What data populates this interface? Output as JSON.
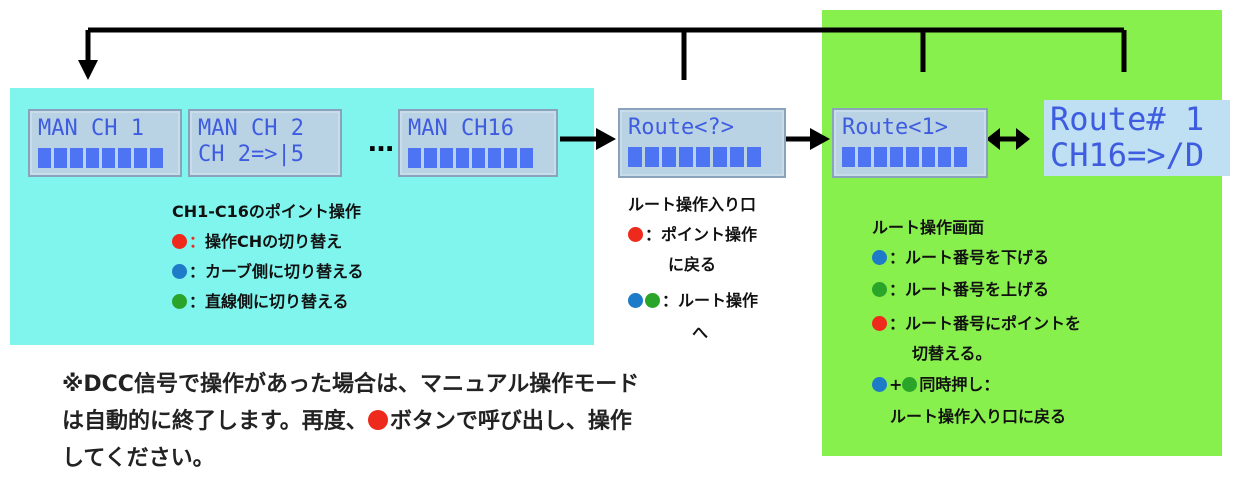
{
  "screens": {
    "man_ch1": {
      "line1": "MAN CH 1",
      "line2": ""
    },
    "man_ch2": {
      "line1": "MAN CH 2",
      "line2": "CH 2=>|5"
    },
    "ellipsis": "…",
    "man_ch16": {
      "line1": "MAN CH16",
      "line2": ""
    },
    "route_q": {
      "line1": "Route<?>",
      "line2": ""
    },
    "route_1": {
      "line1": "Route<1>",
      "line2": ""
    },
    "route_no": {
      "line1": "Route# 1",
      "line2": "CH16=>/D"
    }
  },
  "point_ops": {
    "title": "CH1-C16のポイント操作",
    "red_colon": "：",
    "red": "操作CHの切り替え",
    "blue": "：カーブ側に切り替える",
    "green": "：直線側に切り替える"
  },
  "route_entry": {
    "title": "ルート操作入り口",
    "red": "：ポイント操作",
    "red_cont": "に戻る",
    "bluegreen": "：ルート操作",
    "bluegreen_cont": "へ"
  },
  "route_screen": {
    "title": "ルート操作画面",
    "blue": "：ルート番号を下げる",
    "green": "：ルート番号を上げる",
    "red": "：ルート番号にポイントを",
    "red_cont": "切替える。",
    "combo": "+",
    "combo_text": "同時押し：",
    "combo_cont": "ルート操作入り口に戻る"
  },
  "note": {
    "line1": "※DCC信号で操作があった場合は、マニュアル操作モード",
    "line2a": "は自動的に終了します。再度、",
    "line2b": "ボタンで呼び出し、操作",
    "line3": "してください。"
  },
  "colors": {
    "cyan_panel": "#7ff5ee",
    "green_panel": "#88f04c",
    "red": "#ee2a1c",
    "blue": "#1e7bc8",
    "green": "#2aa52a"
  },
  "icons": [
    "return-arrow-icon",
    "right-arrow-icon",
    "double-arrow-icon"
  ]
}
